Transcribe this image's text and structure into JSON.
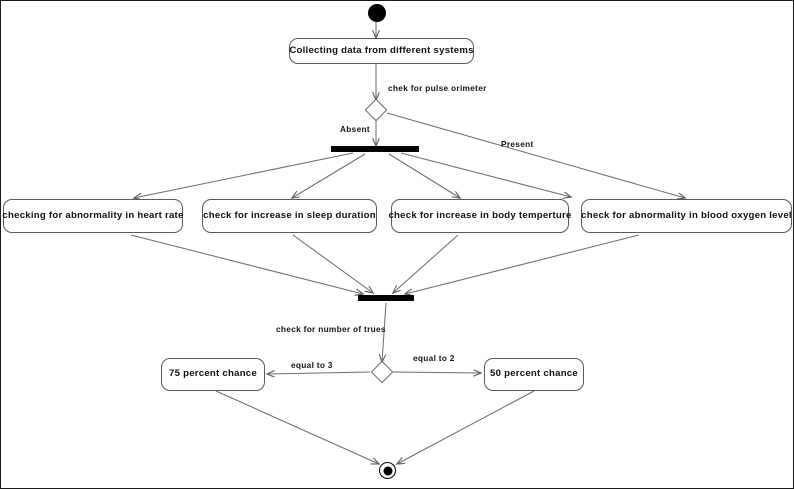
{
  "diagram": {
    "type": "uml-activity-diagram",
    "title": "Collecting data from different systems",
    "background_color": "#ffffff",
    "stroke_color": "#5a5a5a",
    "text_color": "#101010"
  },
  "nodes": {
    "start": {
      "kind": "initial-node",
      "label": ""
    },
    "collecting": {
      "kind": "action",
      "label": "Collecting data from different systems"
    },
    "decision_oximeter": {
      "kind": "decision",
      "label": ""
    },
    "fork": {
      "kind": "fork-bar",
      "label": ""
    },
    "heart_rate": {
      "kind": "action",
      "label": "checking for abnormality in heart rate"
    },
    "sleep_duration": {
      "kind": "action",
      "label": "check for increase in sleep duration"
    },
    "body_temperature": {
      "kind": "action",
      "label": "check for increase in body temperture"
    },
    "blood_oxygen": {
      "kind": "action",
      "label": "check for abnormality in blood oxygen level"
    },
    "join": {
      "kind": "join-bar",
      "label": ""
    },
    "decision_trues": {
      "kind": "decision",
      "label": ""
    },
    "chance_75": {
      "kind": "action",
      "label": "75 percent chance"
    },
    "chance_50": {
      "kind": "action",
      "label": "50 percent chance"
    },
    "final": {
      "kind": "final-node",
      "label": ""
    }
  },
  "edge_labels": {
    "pulse_oximeter": "chek for pulse orimeter",
    "absent": "Absent",
    "present": "Present",
    "number_of_trues": "check for number of trues",
    "equal_to_3": "equal to 3",
    "equal_to_2": "equal to 2"
  }
}
